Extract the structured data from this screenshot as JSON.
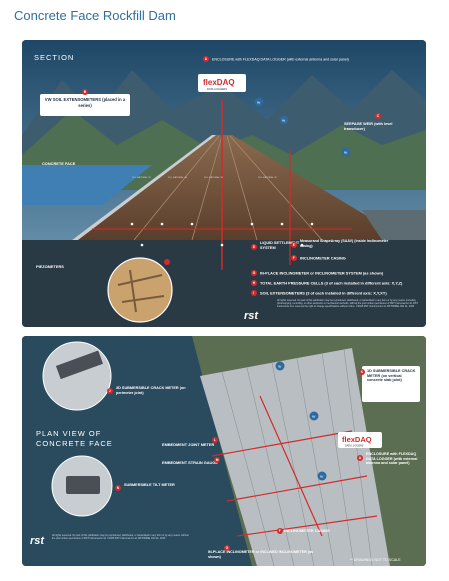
{
  "title": "Concrete Face Rockfill Dam",
  "section": {
    "heading": "SECTION",
    "brand": "flexDAQ",
    "brand_sub": "DATA LOGGERS",
    "logo": "rst",
    "callouts": [
      {
        "letter": "A",
        "text": "ENCLOSURE with FLEXDAQ DATA LOGGER (with external antenna and solar panel)"
      },
      {
        "letter": "B",
        "text": "VW SOIL EXTENSOMETERS (placed in a series)"
      },
      {
        "letter": "C",
        "text": "SEEPAGE WEIR (with level transducer)"
      },
      {
        "letter": "D",
        "text": "LIQUID SETTLEMENT SYSTEM"
      },
      {
        "letter": "E",
        "text": "Measurand ShapeArray (SAAV) (inside inclinometer casing)"
      },
      {
        "letter": "F",
        "text": "INCLINOMETER CASING"
      },
      {
        "letter": "G",
        "text": "IN-PLACE INCLINOMETER or INCLINOMETER SYSTEM (as shown)"
      },
      {
        "letter": "H",
        "text": "TOTAL EARTH PRESSURE CELLS (3 of each installed in different axis: X,Y,Z)"
      },
      {
        "letter": "I",
        "text": "SOIL EXTENSOMETERS (3 of each installed in different axis: X,Y,XY)"
      }
    ],
    "concrete_face": "CONCRETE FACE",
    "piezometers": "PIEZOMETERS",
    "fill_labels": [
      "FILL MATERIAL 2B",
      "FILL MATERIAL 3A",
      "FILL MATERIAL 3B",
      "FILL MATERIAL 3C"
    ],
    "copyright": "All rights reserved. No part of this publication may be reproduced, distributed, or transmitted in any form or by any means, including photocopying, recording, or other electronic or mechanical methods, without the prior written permission of RST Instruments Ltd. RST Instruments Ltd. reserves the right to change specifications without notice. ©2025 RST Instruments Ltd. MKT0096E JAN 21, 2025"
  },
  "plan": {
    "heading_line1": "PLAN VIEW OF",
    "heading_line2": "CONCRETE FACE",
    "brand": "flexDAQ",
    "brand_sub": "DATA LOGGERS",
    "logo": "rst",
    "callouts": [
      {
        "letter": "J",
        "text": "3D SUBMERSIBLE CRACK METER (on perimeter joint)"
      },
      {
        "letter": "K",
        "text": "1D SUBMERSIBLE CRACK METER (on vertical concrete slab joint)"
      },
      {
        "letter": "L",
        "text": "EMBEDMENT JOINT METER"
      },
      {
        "letter": "M",
        "text": "EMBEDMENT STRAIN GAUGE"
      },
      {
        "letter": "A",
        "text": "ENCLOSURE with FLEXDAQ DATA LOGGER (with external antenna and solar panel)"
      },
      {
        "letter": "N",
        "text": "SUBMERSIBLE TILT METER"
      },
      {
        "letter": "F",
        "text": "INCLINOMETER CASING"
      },
      {
        "letter": "G",
        "text": "IN-PLACE INCLINOMETER or INCLINED INCLINOMETER (as shown)"
      }
    ],
    "not_to_scale": "** DRAWINGS NOT TO SCALE",
    "copyright": "All rights reserved. No part of this publication may be reproduced, distributed, or transmitted in any form or by any means, without the prior written permission of RST Instruments Ltd. ©2025 RST Instruments Ltd. MKT0096E JAN 21, 2025"
  },
  "colors": {
    "title": "#2f6f9f",
    "accent_red": "#d22b2b",
    "section_bg": "#17324a",
    "fill": "#6b4a34",
    "water": "#3f7fb3"
  },
  "icons": [
    "wifi-icon",
    "crack-meter-icon",
    "tilt-meter-icon",
    "enclosure-icon"
  ]
}
